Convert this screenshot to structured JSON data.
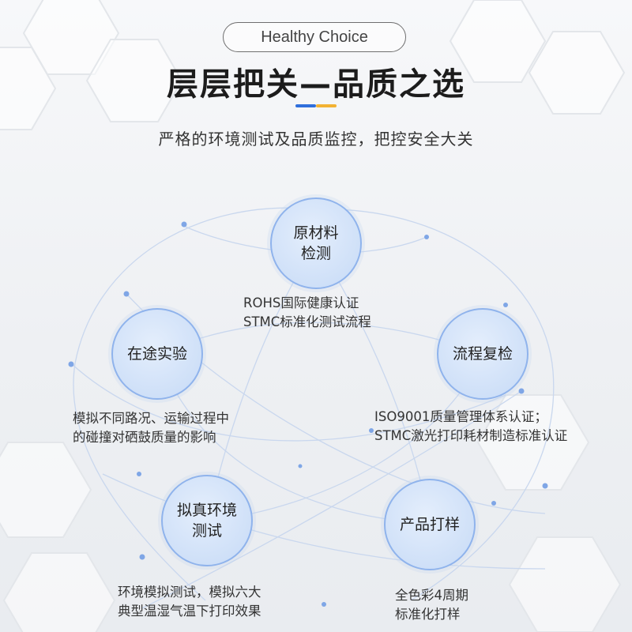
{
  "header": {
    "badge": "Healthy Choice",
    "title": "层层把关—品质之选",
    "subtitle": "严格的环境测试及品质监控，把控安全大关",
    "accent_colors": [
      "#2f6fdc",
      "#f2b233"
    ]
  },
  "steps": [
    {
      "id": "raw",
      "label": "原材料\n检测",
      "desc": "ROHS国际健康认证\nSTMC标准化测试流程"
    },
    {
      "id": "process",
      "label": "流程复检",
      "desc": "ISO9001质量管理体系认证；\nSTMC激光打印耗材制造标准认证"
    },
    {
      "id": "sample",
      "label": "产品打样",
      "desc": "全色彩4周期\n标准化打样"
    },
    {
      "id": "env",
      "label": "拟真环境\n测试",
      "desc": "环境模拟测试，模拟六大\n典型温湿气温下打印效果"
    },
    {
      "id": "transit",
      "label": "在途实验",
      "desc": "模拟不同路况、运输过程中\n的碰撞对硒鼓质量的影响"
    }
  ],
  "colors": {
    "node_fill": "#cfe0f8",
    "node_border": "#8fb3ec",
    "dot": "#7fa6e6",
    "line": "#c7d6ee"
  }
}
